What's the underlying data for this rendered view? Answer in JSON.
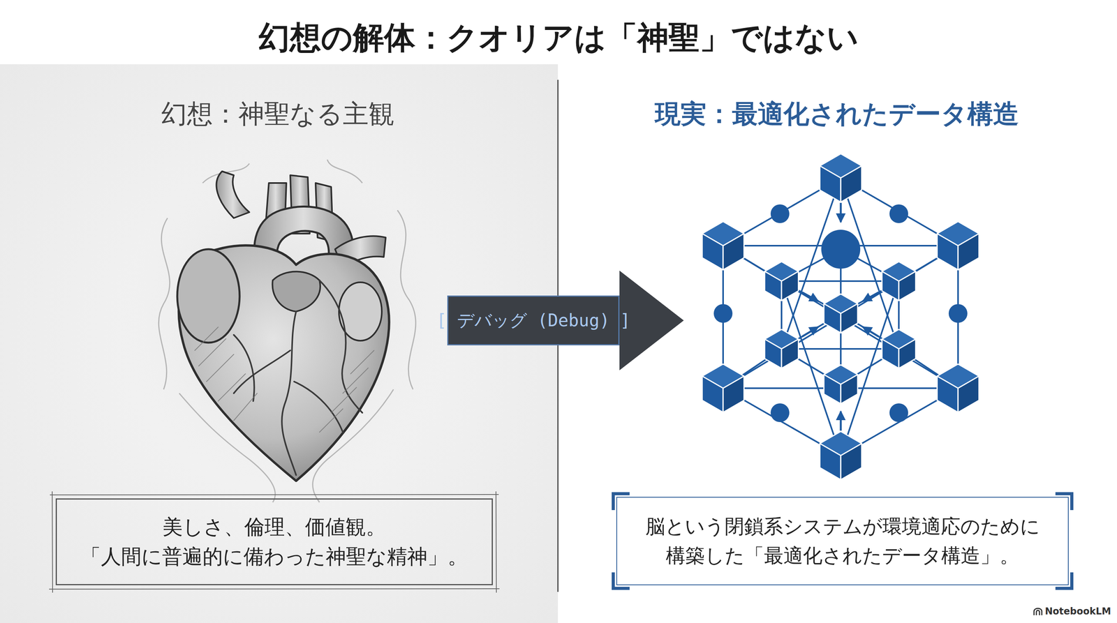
{
  "diagram": {
    "title": "幻想の解体：クオリアは「神聖」ではない",
    "nodes": [
      {
        "text": [
          "幻想：神聖なる主観"
        ]
      },
      {
        "text": [
          "美しさ、倫理、価値観。 「人間に普遍的に備わった神聖な精神」。"
        ],
        "in": 0
      },
      {
        "text": [
          "現実：最適化されたデータ構造"
        ]
      },
      {
        "text": [
          "脳という閉鎖系システムが環境適応のために 構築した「最適化されたデータ構造」。"
        ],
        "in": 2
      }
    ],
    "edges": [
      {
        "from": 0,
        "to": 2,
        "label": "[ デバッグ (Debug) ]",
        "arrow": "to"
      }
    ],
    "labels": [
      "NotebookLM"
    ]
  }
}
